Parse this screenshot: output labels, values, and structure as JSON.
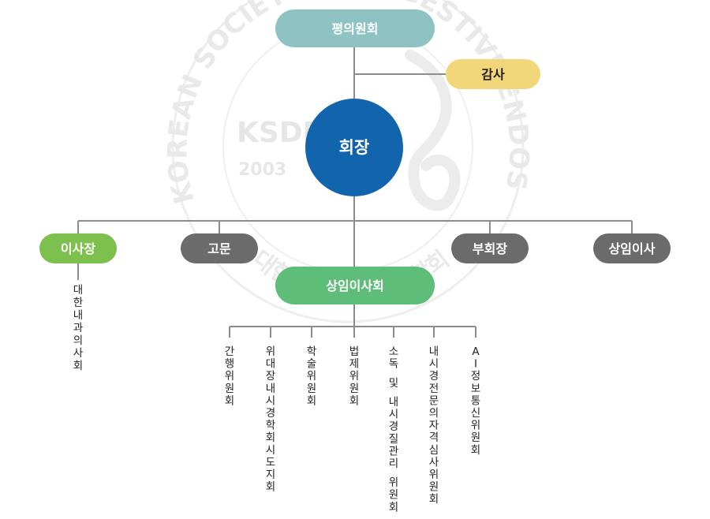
{
  "watermark": {
    "ring_text": "THE KOREAN SOCIETY OF DIGESTIVE ENDOSCOPY",
    "code": "KSDE",
    "year": "2003",
    "korean_text": "대한소화기내시경학회",
    "color": "#e9e9e9"
  },
  "nodes": {
    "council": {
      "label": "평의원회",
      "color": "#8fc3c3"
    },
    "auditor": {
      "label": "감사",
      "color": "#f1d77a"
    },
    "president": {
      "label": "회장",
      "color": "#1265ad"
    },
    "chairman": {
      "label": "이사장",
      "color": "#7ec04e"
    },
    "advisor": {
      "label": "고문",
      "color": "#6c6b6b"
    },
    "vice_president": {
      "label": "부회장",
      "color": "#6c6b6b"
    },
    "standing_director": {
      "label": "상임이사",
      "color": "#6c6b6b"
    },
    "board": {
      "label": "상임이사회",
      "color": "#5fbd7a"
    }
  },
  "chairman_affiliation": "대한내과의사회",
  "committees": [
    "간행위원회",
    "위대장내시경학회시도지회",
    "학술위원회",
    "법제위원회",
    "소독 및 내시경질관리 위원회",
    "내시경전문의자격심사위원회",
    "AI정보통신위원회"
  ],
  "line_color": "#8c8c8c"
}
